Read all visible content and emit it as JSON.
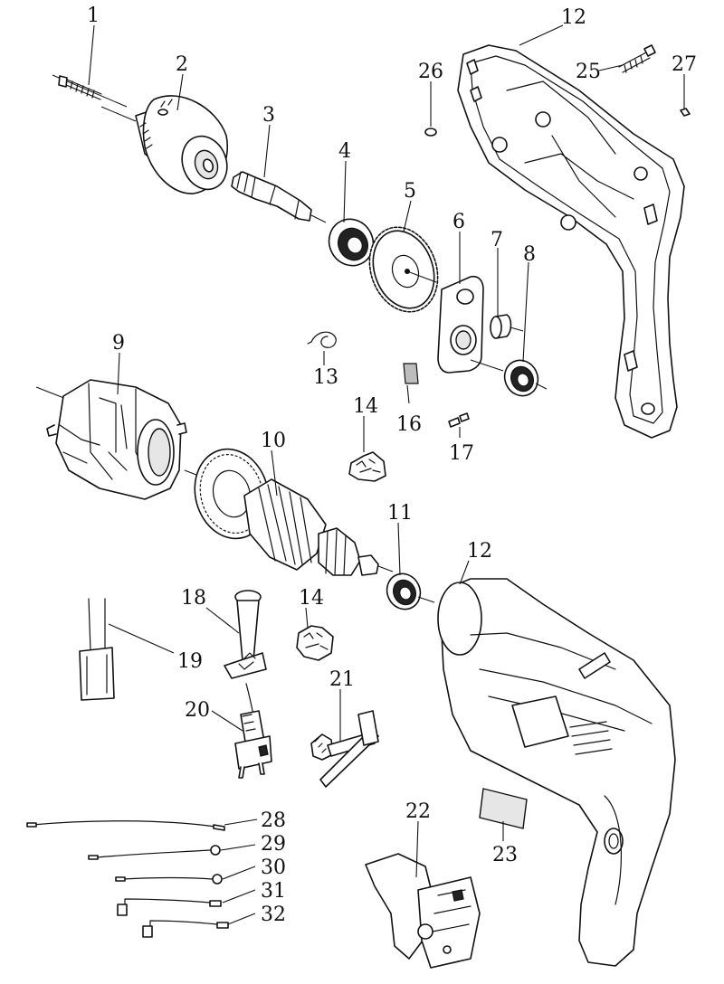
{
  "diagram": {
    "part_labels": [
      "1",
      "2",
      "3",
      "4",
      "5",
      "6",
      "7",
      "8",
      "9",
      "10",
      "11",
      "12",
      "12",
      "13",
      "14",
      "14",
      "16",
      "17",
      "18",
      "19",
      "20",
      "21",
      "22",
      "23",
      "25",
      "26",
      "27",
      "28",
      "29",
      "30",
      "31",
      "32"
    ]
  }
}
